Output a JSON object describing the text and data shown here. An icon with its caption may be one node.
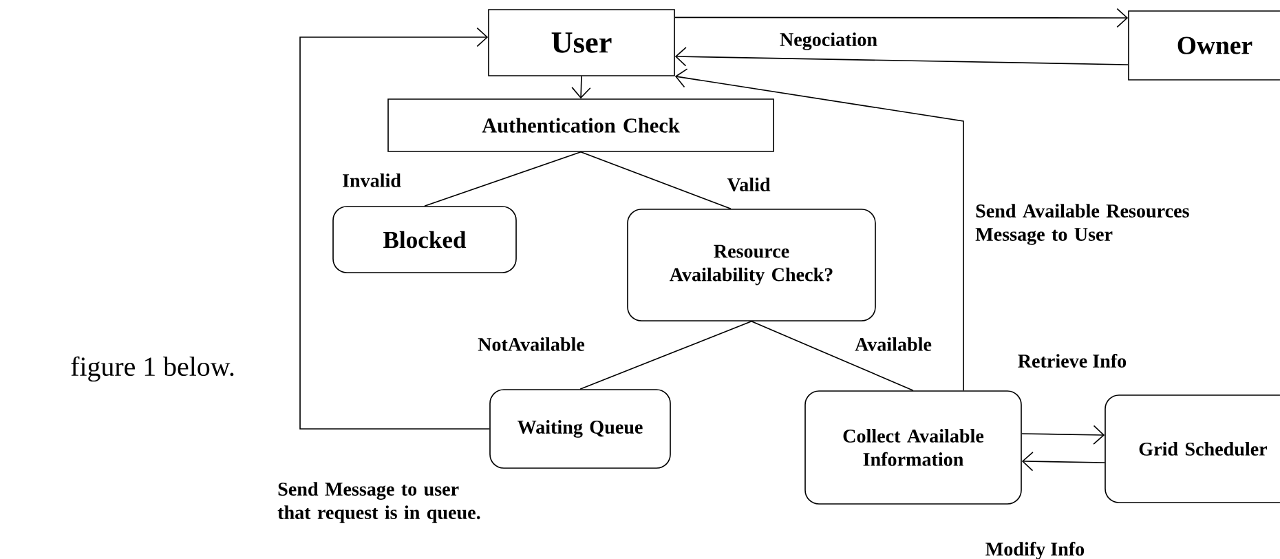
{
  "diagram": {
    "nodes": [
      {
        "text": [
          "User"
        ]
      },
      {
        "text": [
          "Owner"
        ]
      },
      {
        "text": [
          "Authentication Check"
        ]
      },
      {
        "text": [
          "Blocked"
        ]
      },
      {
        "text": [
          "Resource Availability Check?"
        ]
      },
      {
        "text": [
          "Waiting Queue"
        ]
      },
      {
        "text": [
          "Collect Available Information"
        ]
      },
      {
        "text": [
          "Grid Scheduler"
        ]
      }
    ],
    "edges": [
      {
        "from": 0,
        "to": 1,
        "arrow": "to"
      },
      {
        "from": 1,
        "to": 0,
        "arrow": "to",
        "label": "Negociation"
      },
      {
        "from": 0,
        "to": 2,
        "arrow": "to"
      },
      {
        "from": 2,
        "to": 3,
        "arrow": "none",
        "label": "Invalid"
      },
      {
        "from": 2,
        "to": 4,
        "arrow": "none",
        "label": "Valid"
      },
      {
        "from": 4,
        "to": 5,
        "arrow": "none",
        "label": "NotAvailable"
      },
      {
        "from": 4,
        "to": 6,
        "arrow": "none",
        "label": "Available"
      },
      {
        "from": 5,
        "to": 0,
        "arrow": "to",
        "label": "Send Message to user that request is in queue."
      },
      {
        "from": 6,
        "to": 0,
        "arrow": "to",
        "label": "Send Available Resources Message to User"
      },
      {
        "from": 6,
        "to": 7,
        "arrow": "to",
        "label": "Retrieve Info"
      },
      {
        "from": 7,
        "to": 6,
        "arrow": "to",
        "label": "Modify Info"
      }
    ],
    "labels": [
      "figure 1 below."
    ]
  }
}
